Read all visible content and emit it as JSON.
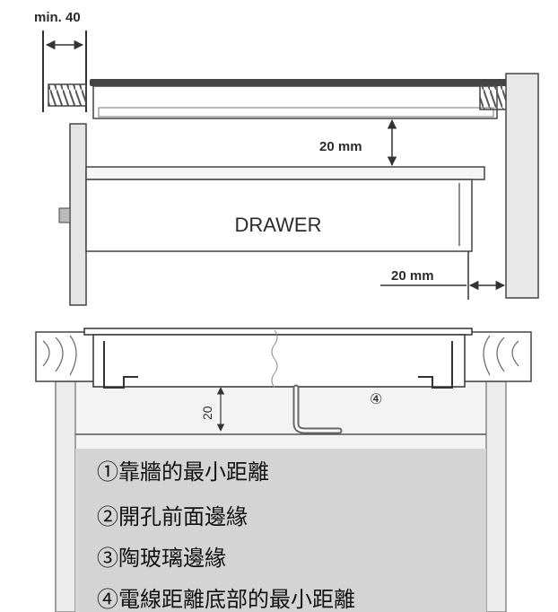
{
  "top_diagram": {
    "min_gap_label": "min. 40",
    "gap_label_vertical": "20 mm",
    "drawer_label": "DRAWER",
    "gap_label_horizontal": "20 mm"
  },
  "bottom_diagram": {
    "gap_label_vertical": "20",
    "cable_marker": "④"
  },
  "legend": {
    "items": [
      "①靠牆的最小距離",
      "②開孔前面邊緣",
      "③陶玻璃邊緣",
      "④電線距離底部的最小距離"
    ]
  },
  "colors": {
    "line": "#3a3a3a",
    "legend_fill": "#d4d4d4",
    "cavity_fill": "#f2f2f2"
  }
}
